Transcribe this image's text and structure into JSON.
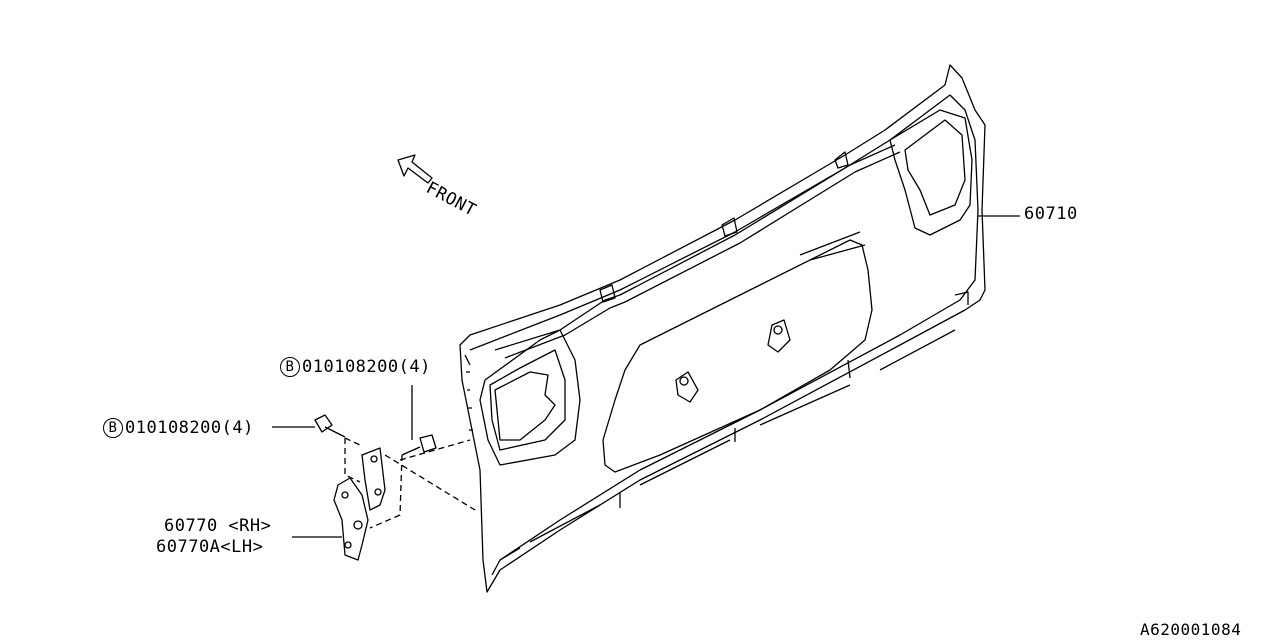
{
  "diagram": {
    "front_label": "FRONT",
    "parts": [
      {
        "number": "60710"
      },
      {
        "number": "010108200(4)",
        "marker": "B"
      },
      {
        "number": "010108200(4)",
        "marker": "B"
      },
      {
        "number": "60770 <RH>"
      },
      {
        "number": "60770A<LH>"
      }
    ],
    "figure_id": "A620001084"
  }
}
